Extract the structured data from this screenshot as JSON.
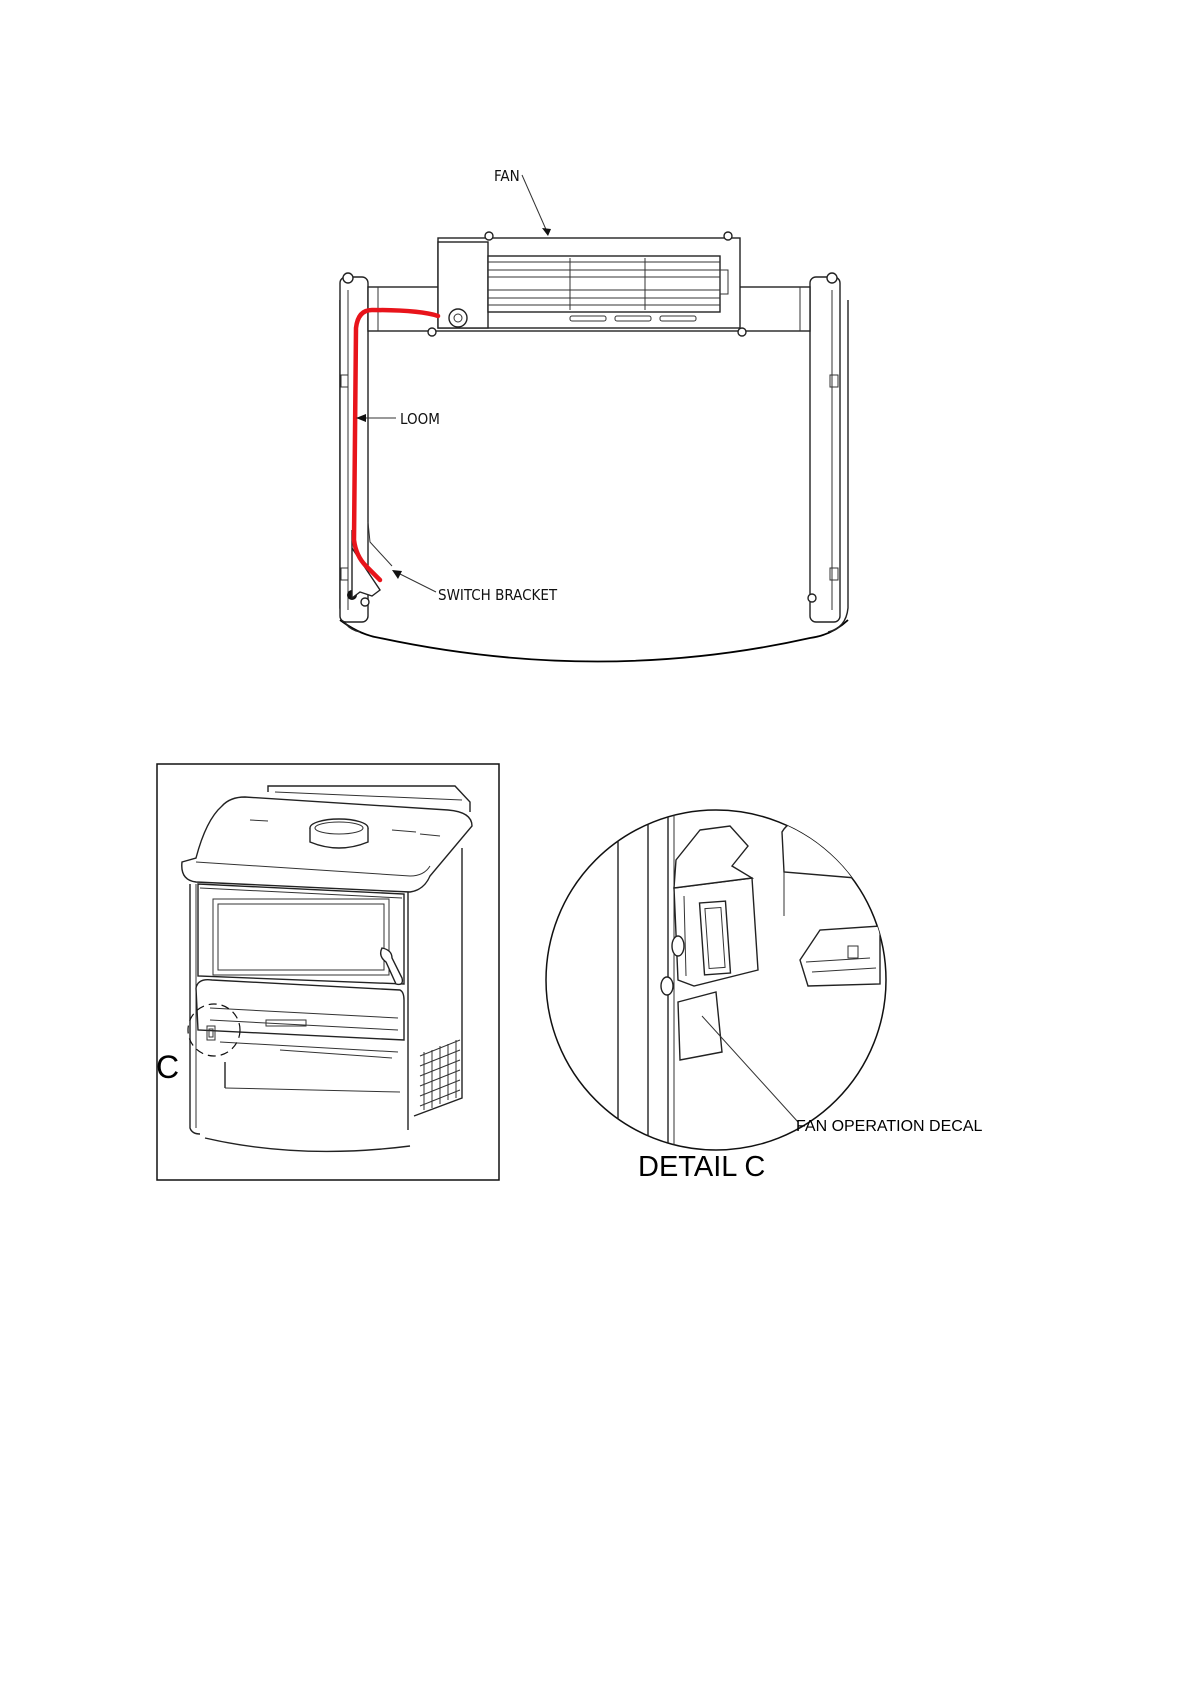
{
  "top_diagram": {
    "labels": {
      "fan": "FAN",
      "loom": "LOOM",
      "switch_bracket": "SWITCH BRACKET"
    },
    "loom_color": "#e8141b"
  },
  "bottom_diagram": {
    "callout_letter": "C",
    "detail_title": "DETAIL C",
    "decal_label": "FAN OPERATION DECAL"
  },
  "footer_mark": "_"
}
